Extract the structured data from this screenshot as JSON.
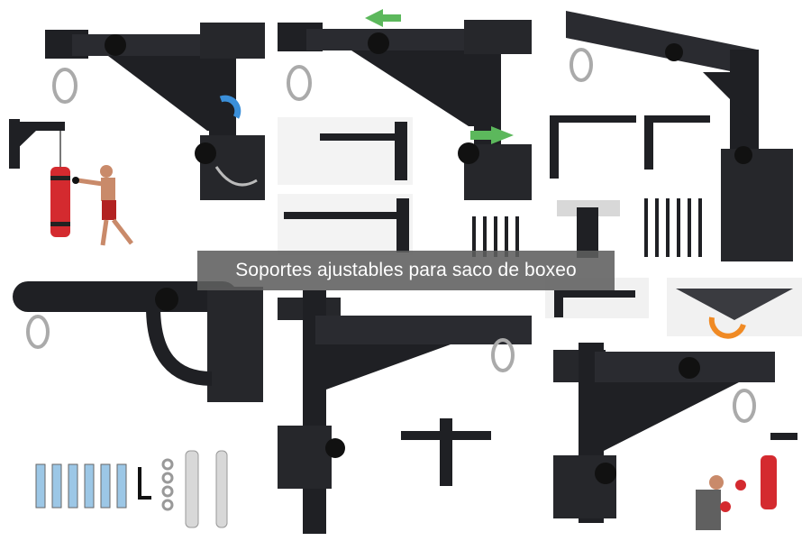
{
  "caption": {
    "text": "Soportes ajustables para saco de boxeo"
  },
  "colors": {
    "metal": "#1f2024",
    "metal_light": "#3a3b40",
    "bag_red": "#d42a2f",
    "arrow_green": "#5cb85c",
    "arrow_blue": "#3b8fd9",
    "arrow_orange": "#f08a24",
    "overlay": "#5f5f5f"
  },
  "images": [
    {
      "name": "bracket-tile-1",
      "subject": "wall-bracket-with-arm-and-shackle"
    },
    {
      "name": "bracket-tile-2",
      "subject": "bracket-adjustment-views"
    },
    {
      "name": "bracket-tile-3",
      "subject": "l-bracket-with-mounting-plate"
    },
    {
      "name": "bracket-tile-4",
      "subject": "round-bar-bracket-with-hardware"
    },
    {
      "name": "bracket-tile-5",
      "subject": "pole-bracket-with-swivel"
    },
    {
      "name": "bracket-tile-6",
      "subject": "bracket-and-bag-in-use"
    }
  ]
}
